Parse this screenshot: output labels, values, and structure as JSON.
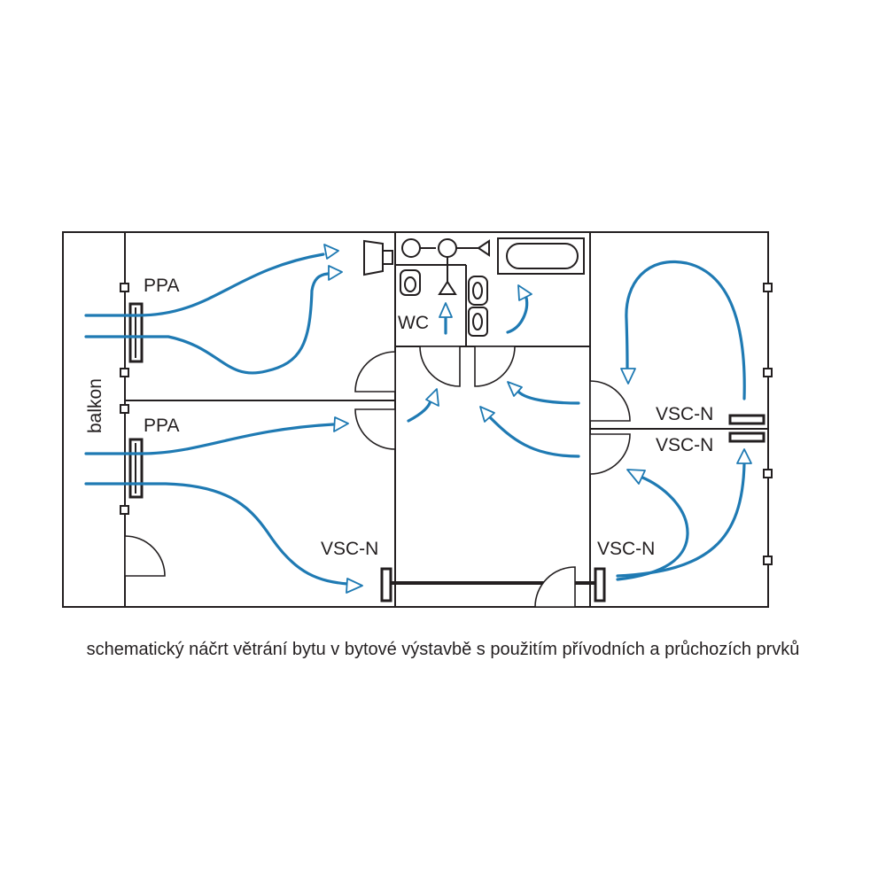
{
  "labels": {
    "ppa_top": "PPA",
    "ppa_bottom": "PPA",
    "balcony": "balkon",
    "wc": "WC",
    "vsc_left": "VSC-N",
    "vsc_right_bottom": "VSC-N",
    "vsc_right_upper1": "VSC-N",
    "vsc_right_upper2": "VSC-N"
  },
  "caption": "schematický náčrt větrání bytu v bytové výstavbě s použitím přívodních a průchozích prvků",
  "colors": {
    "airflow": "#1f7ab3",
    "lines": "#231f20",
    "background": "#ffffff"
  }
}
